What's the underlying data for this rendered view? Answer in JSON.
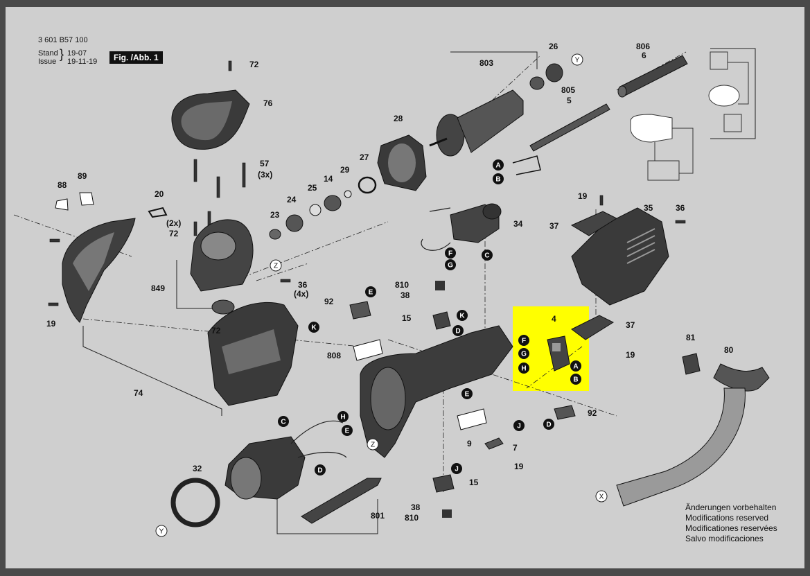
{
  "header": {
    "doc_number": "3 601 B57 100",
    "stand_label": "Stand",
    "issue_label": "Issue",
    "stand_date": "19-07",
    "issue_date": "19-11-19",
    "fig_label": "Fig. /Abb. 1"
  },
  "notes": {
    "line1": "Änderungen vorbehalten",
    "line2": "Modifications reserved",
    "line3": "Modificationes reservées",
    "line4": "Salvo modificaciones"
  },
  "part_numbers": [
    {
      "id": "p72a",
      "text": "72"
    },
    {
      "id": "p76",
      "text": "76"
    },
    {
      "id": "p57",
      "text": "57"
    },
    {
      "id": "p3x",
      "text": "(3x)"
    },
    {
      "id": "p89",
      "text": "89"
    },
    {
      "id": "p88",
      "text": "88"
    },
    {
      "id": "p20",
      "text": "20"
    },
    {
      "id": "p2x",
      "text": "(2x)"
    },
    {
      "id": "p72b",
      "text": "72"
    },
    {
      "id": "p849",
      "text": "849"
    },
    {
      "id": "p23",
      "text": "23"
    },
    {
      "id": "p24",
      "text": "24"
    },
    {
      "id": "p25",
      "text": "25"
    },
    {
      "id": "p14",
      "text": "14"
    },
    {
      "id": "p29",
      "text": "29"
    },
    {
      "id": "p27",
      "text": "27"
    },
    {
      "id": "p28",
      "text": "28"
    },
    {
      "id": "p803",
      "text": "803"
    },
    {
      "id": "p26",
      "text": "26"
    },
    {
      "id": "p806",
      "text": "806"
    },
    {
      "id": "p6",
      "text": "6"
    },
    {
      "id": "p805",
      "text": "805"
    },
    {
      "id": "p5",
      "text": "5"
    },
    {
      "id": "p34",
      "text": "34"
    },
    {
      "id": "p19a",
      "text": "19"
    },
    {
      "id": "p37a",
      "text": "37"
    },
    {
      "id": "p35",
      "text": "35"
    },
    {
      "id": "p36a",
      "text": "36"
    },
    {
      "id": "p36b",
      "text": "36"
    },
    {
      "id": "p4x",
      "text": "(4x)"
    },
    {
      "id": "p810a",
      "text": "810"
    },
    {
      "id": "p38a",
      "text": "38"
    },
    {
      "id": "p92a",
      "text": "92"
    },
    {
      "id": "p15a",
      "text": "15"
    },
    {
      "id": "p19b",
      "text": "19"
    },
    {
      "id": "p72c",
      "text": "72"
    },
    {
      "id": "p74",
      "text": "74"
    },
    {
      "id": "p808",
      "text": "808"
    },
    {
      "id": "p4",
      "text": "4"
    },
    {
      "id": "p37b",
      "text": "37"
    },
    {
      "id": "p19c",
      "text": "19"
    },
    {
      "id": "p81",
      "text": "81"
    },
    {
      "id": "p80",
      "text": "80"
    },
    {
      "id": "p92b",
      "text": "92"
    },
    {
      "id": "p9",
      "text": "9"
    },
    {
      "id": "p7",
      "text": "7"
    },
    {
      "id": "p19d",
      "text": "19"
    },
    {
      "id": "p32",
      "text": "32"
    },
    {
      "id": "p15b",
      "text": "15"
    },
    {
      "id": "p38b",
      "text": "38"
    },
    {
      "id": "p810b",
      "text": "810"
    },
    {
      "id": "p801",
      "text": "801"
    }
  ],
  "connector_labels": [
    {
      "id": "cA1",
      "text": "A"
    },
    {
      "id": "cB1",
      "text": "B"
    },
    {
      "id": "cF1",
      "text": "F"
    },
    {
      "id": "cG1",
      "text": "G"
    },
    {
      "id": "cC1",
      "text": "C"
    },
    {
      "id": "cE1",
      "text": "E"
    },
    {
      "id": "cK1",
      "text": "K"
    },
    {
      "id": "cK2",
      "text": "K"
    },
    {
      "id": "cD1",
      "text": "D"
    },
    {
      "id": "cF2",
      "text": "F"
    },
    {
      "id": "cG2",
      "text": "G"
    },
    {
      "id": "cH1",
      "text": "H"
    },
    {
      "id": "cA2",
      "text": "A"
    },
    {
      "id": "cB2",
      "text": "B"
    },
    {
      "id": "cE2",
      "text": "E"
    },
    {
      "id": "cC2",
      "text": "C"
    },
    {
      "id": "cH2",
      "text": "H"
    },
    {
      "id": "cE3",
      "text": "E"
    },
    {
      "id": "cD2",
      "text": "D"
    },
    {
      "id": "cJ1",
      "text": "J"
    },
    {
      "id": "cD3",
      "text": "D"
    },
    {
      "id": "cJ2",
      "text": "J"
    }
  ],
  "reference_labels": [
    {
      "id": "rY1",
      "text": "Y"
    },
    {
      "id": "rZ1",
      "text": "Z"
    },
    {
      "id": "rZ2",
      "text": "Z"
    },
    {
      "id": "rX1",
      "text": "X"
    },
    {
      "id": "rY2",
      "text": "Y"
    }
  ],
  "colors": {
    "paper": "#cfcfcf",
    "ink": "#111111",
    "highlight": "#ffff00"
  }
}
